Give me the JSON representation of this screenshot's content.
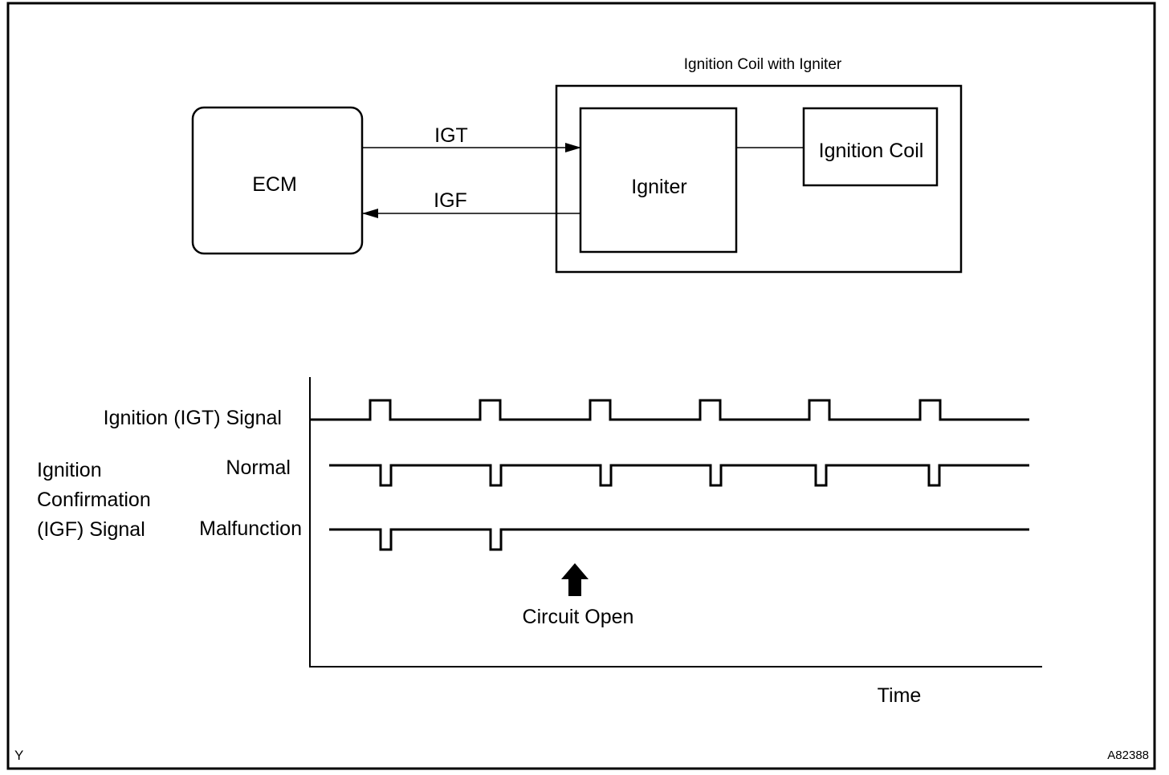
{
  "diagram": {
    "group_title": "Ignition Coil with Igniter",
    "blocks": {
      "ecm": "ECM",
      "igniter": "Igniter",
      "ignition_coil": "Ignition Coil"
    },
    "connections": {
      "igt": "IGT",
      "igf": "IGF"
    }
  },
  "timing": {
    "igt_label": "Ignition (IGT) Signal",
    "igf_label_lines": [
      "Ignition",
      "Confirmation",
      "(IGF) Signal"
    ],
    "normal_label": "Normal",
    "malfunction_label": "Malfunction",
    "circuit_open_label": "Circuit Open",
    "time_label": "Time",
    "igt_pulse_count": 6,
    "igf_normal_pulse_count": 6,
    "igf_malfunction_pulse_count": 2
  },
  "footer": {
    "left_mark": "Y",
    "figure_id": "A82388"
  },
  "colors": {
    "line": "#000000",
    "background": "#ffffff"
  }
}
